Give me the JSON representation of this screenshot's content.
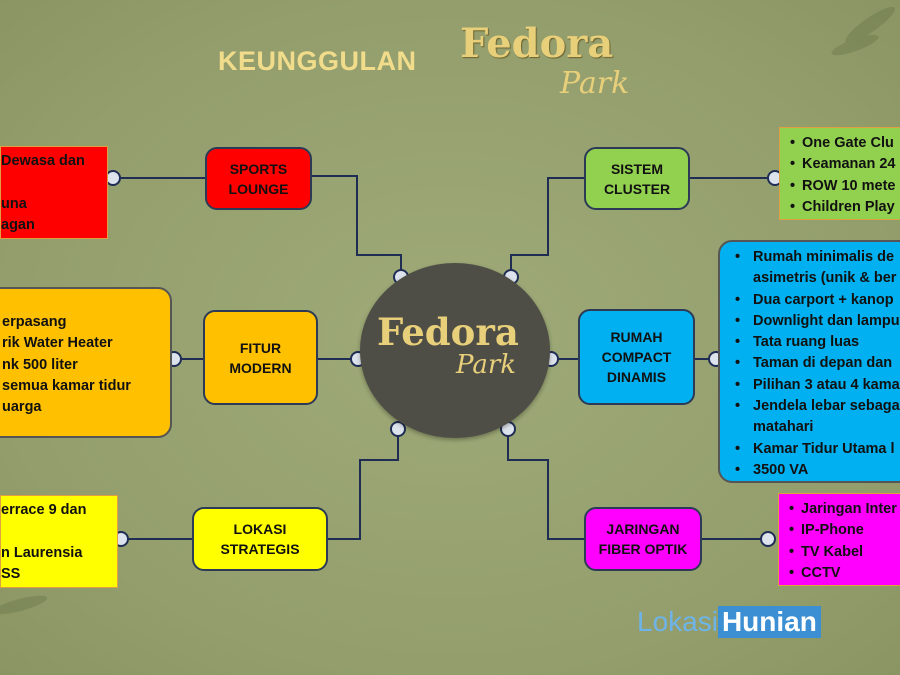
{
  "title": "KEUNGGULAN",
  "logo": {
    "name": "Fedora",
    "sub": "Park"
  },
  "hub": {
    "name": "Fedora",
    "sub": "Park"
  },
  "nodes": {
    "sports": {
      "l1": "SPORTS",
      "l2": "LOUNGE",
      "color": "#ff0000"
    },
    "fitur": {
      "l1": "FITUR",
      "l2": "MODERN",
      "color": "#ffc000"
    },
    "lokasi": {
      "l1": "LOKASI",
      "l2": "STRATEGIS",
      "color": "#ffff00"
    },
    "sistem": {
      "l1": "SISTEM",
      "l2": "CLUSTER",
      "color": "#92d050"
    },
    "rumah": {
      "l1": "RUMAH",
      "l2": "COMPACT",
      "l3": "DINAMIS",
      "color": "#00b0f0"
    },
    "jaringan": {
      "l1": "JARINGAN",
      "l2": "FIBER OPTIK",
      "color": "#ff00ff"
    }
  },
  "details": {
    "sports": [
      "Dewasa dan",
      "",
      "una",
      "agan"
    ],
    "fitur": [
      "erpasang",
      "rik Water Heater",
      "nk 500 liter",
      "semua kamar tidur",
      "uarga"
    ],
    "lokasi": [
      "errace 9 dan",
      "",
      "n Laurensia",
      "SS"
    ],
    "sistem": [
      "One Gate Clu",
      "Keamanan 24",
      "ROW 10 mete",
      "Children Play"
    ],
    "rumah": [
      "Rumah minimalis de",
      "asimetris (unik & ber",
      "Dua carport + kanop",
      "Downlight dan lampu",
      "Tata ruang luas",
      "Taman di depan dan",
      "Pilihan 3 atau 4 kama",
      "Jendela lebar sebaga",
      "matahari",
      "Kamar Tidur Utama l",
      "3500 VA"
    ],
    "jaringan": [
      "Jaringan Inter",
      "IP-Phone",
      "TV Kabel",
      "CCTV"
    ]
  },
  "watermark": {
    "part1": "Lokasi",
    "part2": "Hunian"
  }
}
